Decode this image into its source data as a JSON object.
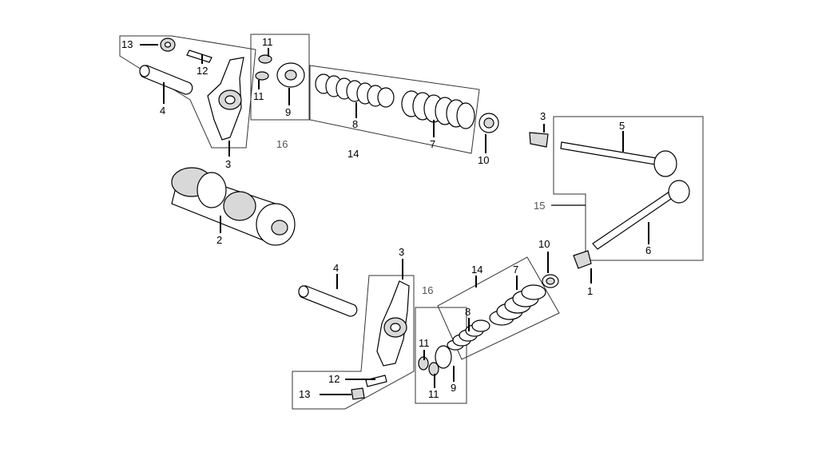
{
  "labels": [
    {
      "text": "13"
    },
    {
      "text": "12"
    },
    {
      "text": "4"
    },
    {
      "text": "3"
    },
    {
      "text": "11"
    },
    {
      "text": "11"
    },
    {
      "text": "9"
    },
    {
      "text": "16"
    },
    {
      "text": "8"
    },
    {
      "text": "14"
    },
    {
      "text": "7"
    },
    {
      "text": "10"
    },
    {
      "text": "2"
    },
    {
      "text": "3"
    },
    {
      "text": "5"
    },
    {
      "text": "15"
    },
    {
      "text": "6"
    },
    {
      "text": "1"
    },
    {
      "text": "10"
    },
    {
      "text": "14"
    },
    {
      "text": "7"
    },
    {
      "text": "3"
    },
    {
      "text": "4"
    },
    {
      "text": "16"
    },
    {
      "text": "8"
    },
    {
      "text": "11"
    },
    {
      "text": "12"
    },
    {
      "text": "13"
    },
    {
      "text": "11"
    },
    {
      "text": "9"
    }
  ]
}
